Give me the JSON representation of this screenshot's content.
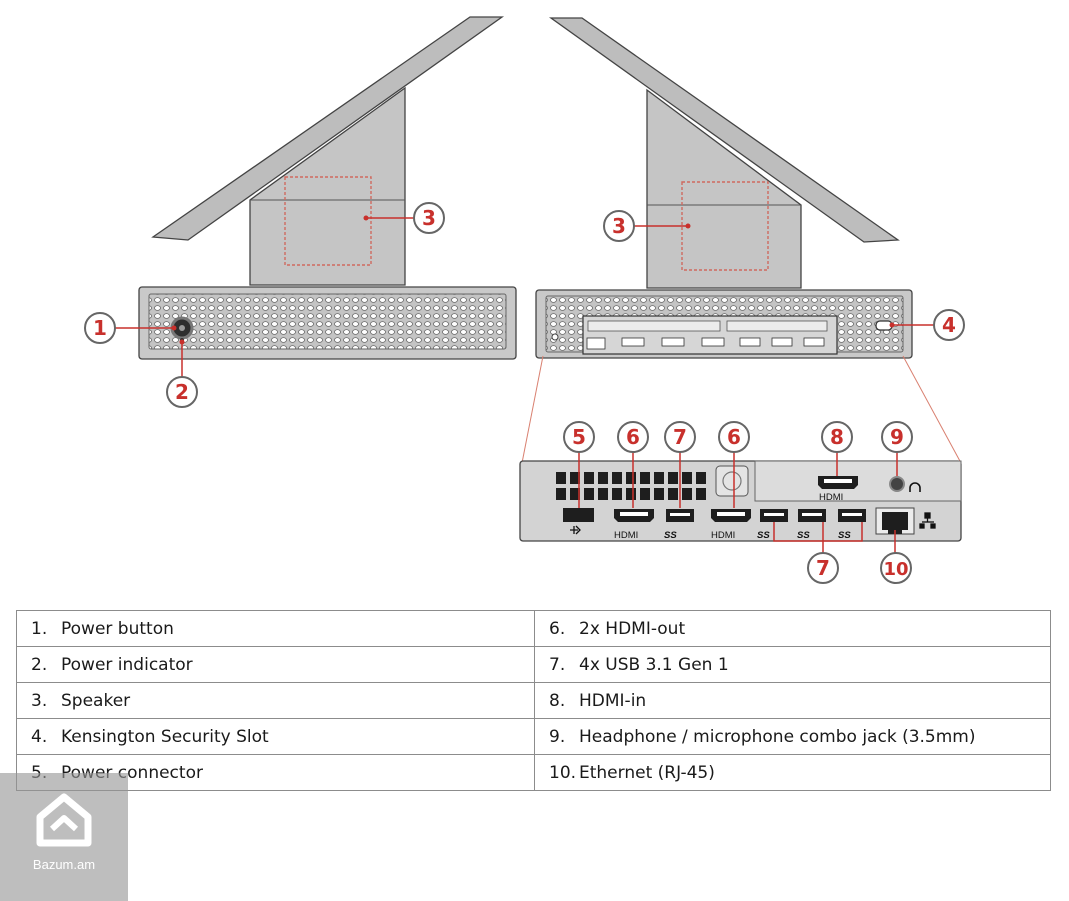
{
  "colors": {
    "callout_red": "#c8302c",
    "device_fill": "#c7c7c7",
    "device_dark": "#1e1e1e",
    "table_border": "#8c8c8c"
  },
  "callouts": {
    "c1": "1",
    "c2": "2",
    "c3a": "3",
    "c3b": "3",
    "c4": "4",
    "c5": "5",
    "c6a": "6",
    "c7a": "7",
    "c6b": "6",
    "c8": "8",
    "c9": "9",
    "c7b": "7",
    "c10": "10"
  },
  "port_labels": {
    "hdmi_out_left": "HDMI",
    "hdmi_out_right": "HDMI",
    "hdmi_in": "HDMI",
    "usb_a": "SS",
    "usb_b": "SS",
    "usb_c": "SS",
    "usb_d": "SS"
  },
  "legend": {
    "rows": [
      {
        "left_num": "1.",
        "left_label": "Power button",
        "right_num": "6.",
        "right_label": "2x HDMI-out"
      },
      {
        "left_num": "2.",
        "left_label": "Power indicator",
        "right_num": "7.",
        "right_label": "4x USB 3.1 Gen 1"
      },
      {
        "left_num": "3.",
        "left_label": "Speaker",
        "right_num": "8.",
        "right_label": "HDMI-in"
      },
      {
        "left_num": "4.",
        "left_label": "Kensington Security Slot",
        "right_num": "9.",
        "right_label": "Headphone / microphone combo jack (3.5mm)"
      },
      {
        "left_num": "5.",
        "left_label": "Power connector",
        "right_num": "10.",
        "right_label": "Ethernet (RJ-45)"
      }
    ]
  },
  "watermark": {
    "text": "Bazum.am"
  }
}
